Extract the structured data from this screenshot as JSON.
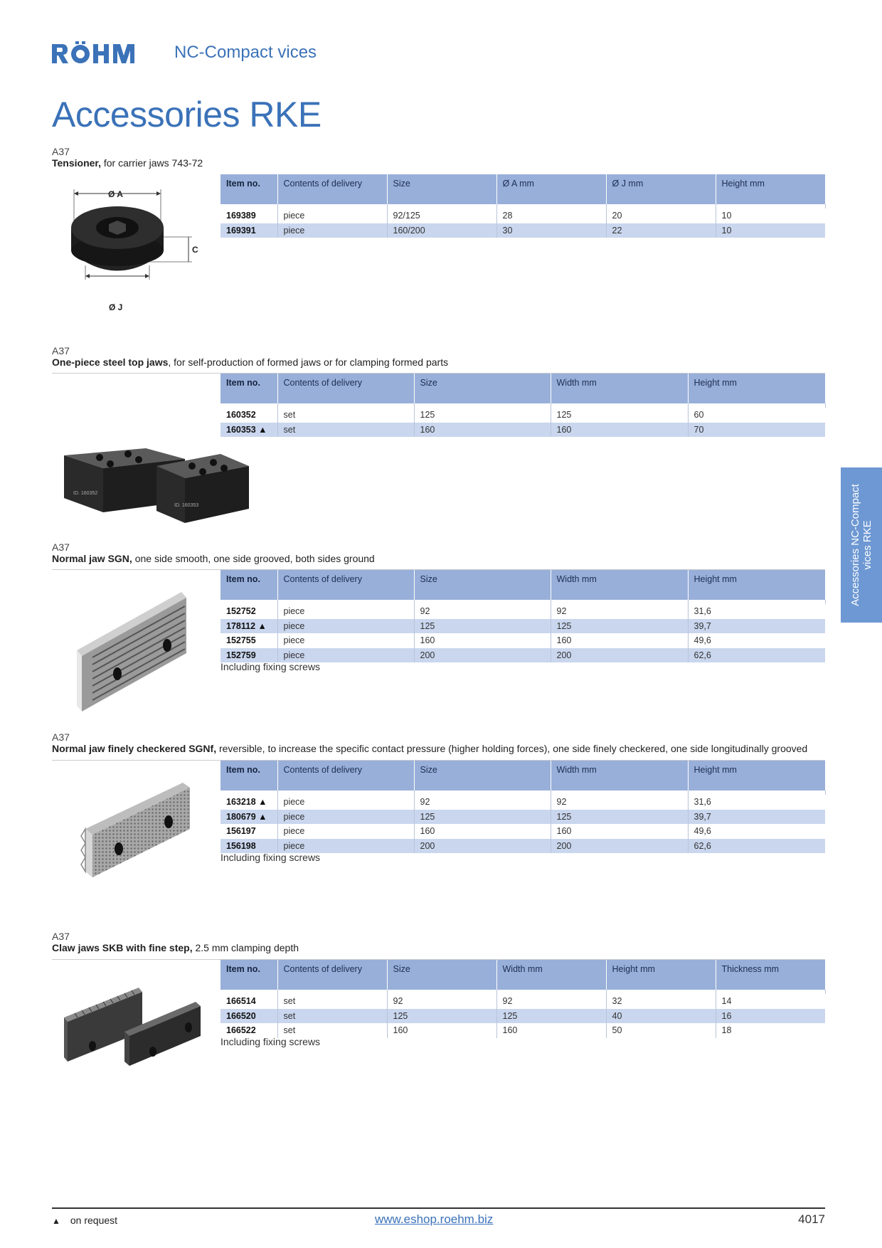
{
  "header": {
    "logo_text": "RÖHM",
    "subtitle": "NC-Compact vices",
    "title": "Accessories RKE"
  },
  "side_tab": {
    "text": "Accessories NC-Compact vices RKE"
  },
  "colors": {
    "brand_blue": "#3b72b8",
    "header_row": "#98afd9",
    "stripe_row": "#c9d6ee",
    "side_tab": "#6d98d3"
  },
  "sections": [
    {
      "code": "A37",
      "name": "Tensioner,",
      "desc": " for carrier jaws 743-72",
      "headers": [
        "Item no.",
        "Contents of delivery",
        "Size",
        "Ø A mm",
        "Ø J mm",
        "Height mm"
      ],
      "rows": [
        [
          "169389",
          "piece",
          "92/125",
          "28",
          "20",
          "10"
        ],
        [
          "169391",
          "piece",
          "160/200",
          "30",
          "22",
          "10"
        ]
      ],
      "image_labels": [
        "Ø A",
        "C",
        "Ø J"
      ]
    },
    {
      "code": "A37",
      "name": "One-piece steel top jaws",
      "desc": ", for self-production of formed jaws or for clamping formed parts",
      "headers": [
        "Item no.",
        "Contents of delivery",
        "Size",
        "Width mm",
        "Height mm"
      ],
      "rows": [
        [
          "160352",
          "set",
          "125",
          "125",
          "60"
        ],
        [
          "160353 ▲",
          "set",
          "160",
          "160",
          "70"
        ]
      ],
      "image_labels": [
        "ID. 160352",
        "ID. 160353"
      ]
    },
    {
      "code": "A37",
      "name": "Normal jaw SGN,",
      "desc": " one side smooth, one side grooved, both sides ground",
      "headers": [
        "Item no.",
        "Contents of delivery",
        "Size",
        "Width mm",
        "Height mm"
      ],
      "rows": [
        [
          "152752",
          "piece",
          "92",
          "92",
          "31,6"
        ],
        [
          "178112 ▲",
          "piece",
          "125",
          "125",
          "39,7"
        ],
        [
          "152755",
          "piece",
          "160",
          "160",
          "49,6"
        ],
        [
          "152759",
          "piece",
          "200",
          "200",
          "62,6"
        ]
      ],
      "note": "Including fixing screws"
    },
    {
      "code": "A37",
      "name": "Normal jaw finely checkered SGNf,",
      "desc": " reversible, to increase the specific contact pressure (higher holding forces), one side finely checkered, one side longitudinally grooved",
      "headers": [
        "Item no.",
        "Contents of delivery",
        "Size",
        "Width mm",
        "Height mm"
      ],
      "rows": [
        [
          "163218 ▲",
          "piece",
          "92",
          "92",
          "31,6"
        ],
        [
          "180679 ▲",
          "piece",
          "125",
          "125",
          "39,7"
        ],
        [
          "156197",
          "piece",
          "160",
          "160",
          "49,6"
        ],
        [
          "156198",
          "piece",
          "200",
          "200",
          "62,6"
        ]
      ],
      "note": "Including fixing screws"
    },
    {
      "code": "A37",
      "name": "Claw jaws SKB with fine step,",
      "desc": " 2.5 mm clamping depth",
      "headers": [
        "Item no.",
        "Contents of delivery",
        "Size",
        "Width mm",
        "Height mm",
        "Thickness mm"
      ],
      "rows": [
        [
          "166514",
          "set",
          "92",
          "92",
          "32",
          "14"
        ],
        [
          "166520",
          "set",
          "125",
          "125",
          "40",
          "16"
        ],
        [
          "166522",
          "set",
          "160",
          "160",
          "50",
          "18"
        ]
      ],
      "note": "Including fixing screws"
    }
  ],
  "footer": {
    "symbol": "▲",
    "footnote": "on request",
    "website": "www.eshop.roehm.biz",
    "page_number": "4017"
  }
}
